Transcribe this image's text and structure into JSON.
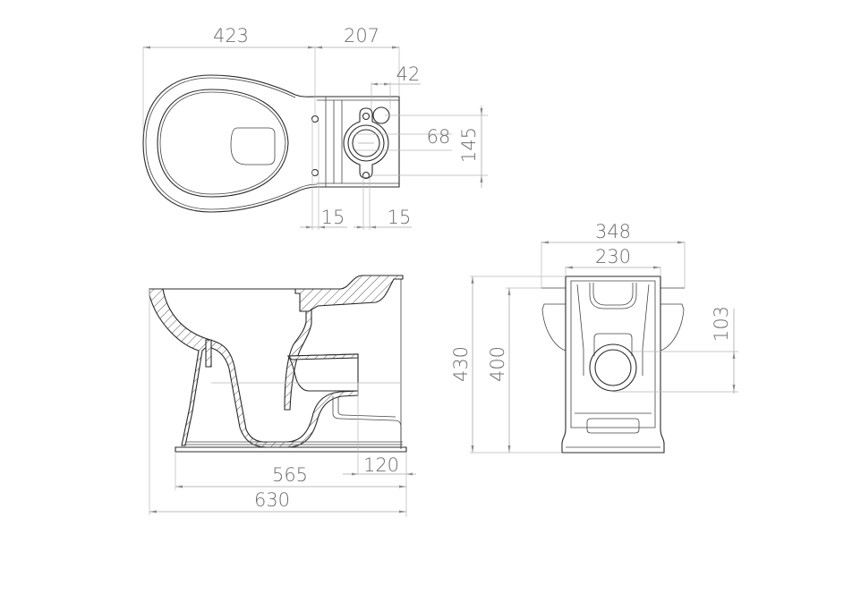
{
  "drawing": {
    "type": "technical-dimension-drawing",
    "subject": "floor-standing toilet pan",
    "units": "mm",
    "colors": {
      "background": "#ffffff",
      "outline": "#2a2a2a",
      "dimension_line": "#a8a8a8",
      "dimension_text": "#6e6e6e"
    }
  },
  "views": {
    "top": {
      "label": "top-view",
      "dimensions": {
        "bowl_length": "423",
        "rear_length": "207",
        "outlet_offset": "42",
        "outlet_diameter": "68",
        "flange_width": "145",
        "fixing_hole_left": "15",
        "fixing_hole_right": "15"
      }
    },
    "side": {
      "label": "side-section-view",
      "dimensions": {
        "rear_to_outlet": "120",
        "base_length": "565",
        "overall_length": "630"
      }
    },
    "front": {
      "label": "rear-view",
      "dimensions": {
        "overall_width": "348",
        "base_width": "230",
        "overall_height": "430",
        "rim_height": "400",
        "outlet_height": "103"
      }
    }
  }
}
